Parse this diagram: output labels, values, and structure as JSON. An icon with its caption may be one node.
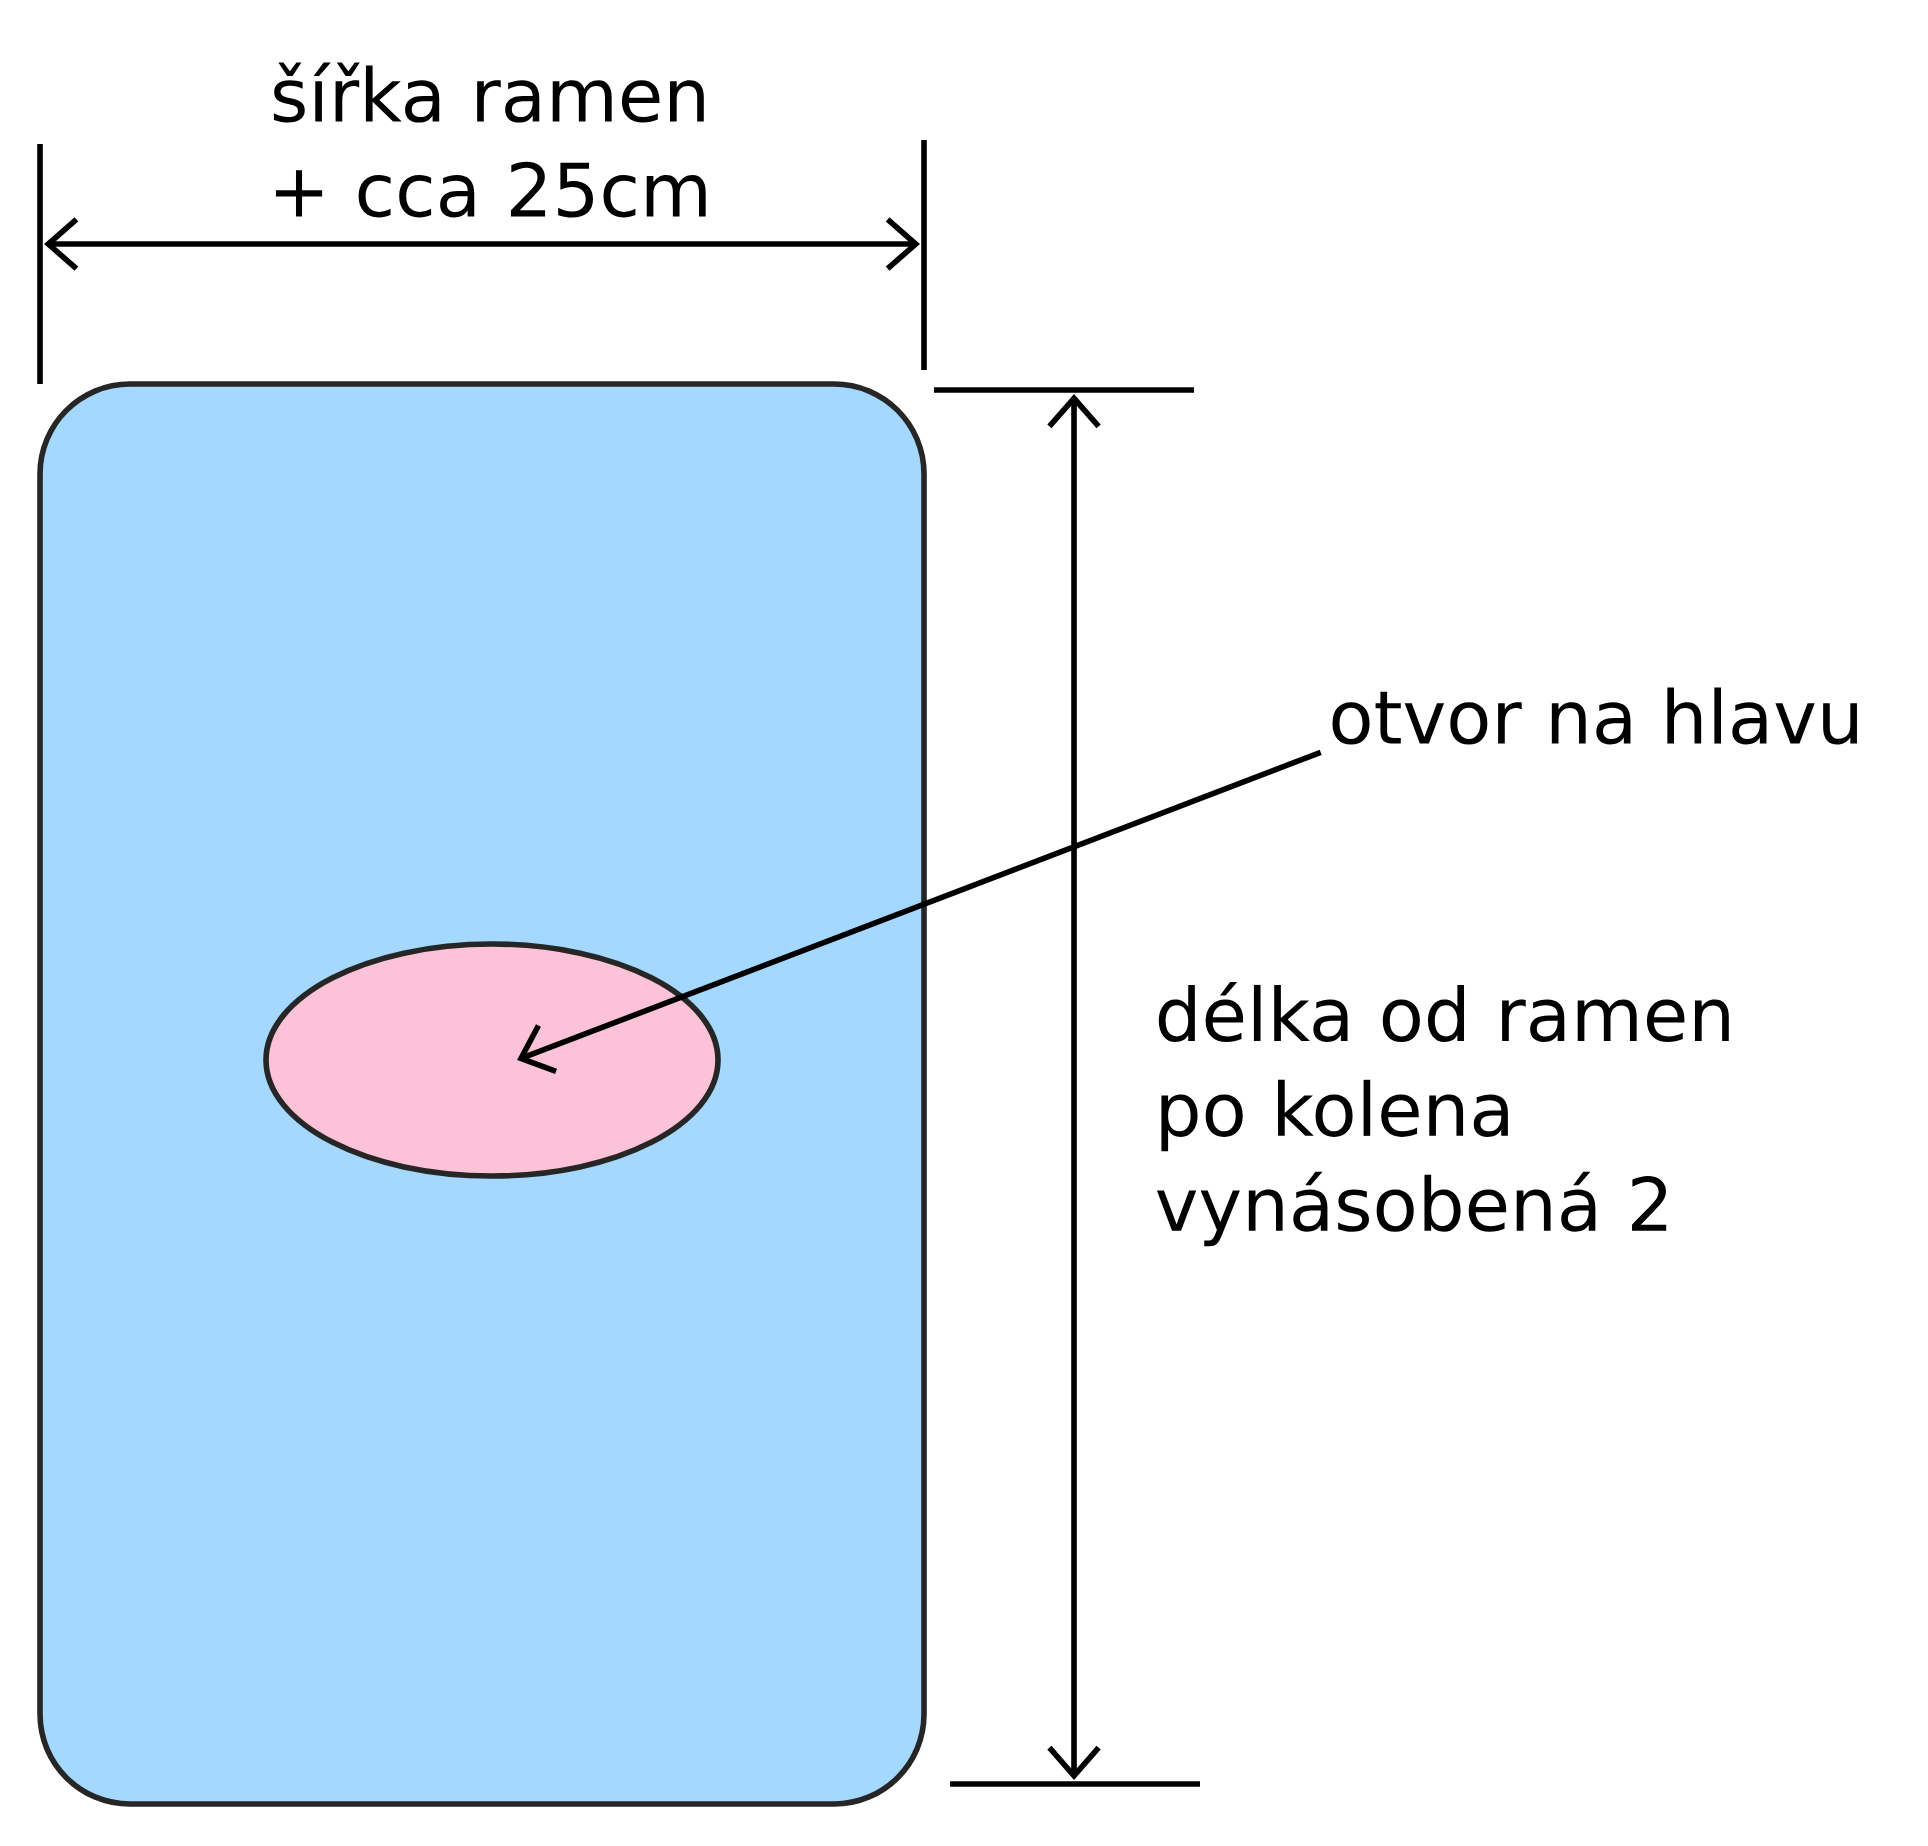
{
  "diagram": {
    "nodes": [
      {
        "text": [],
        "shape": "box"
      },
      {
        "text": [],
        "shape": "ellipse",
        "in": 0
      },
      {
        "text": [
          "otvor na hlavu"
        ]
      }
    ],
    "edges": [
      {
        "from": 2,
        "to": 1,
        "arrow": "to"
      }
    ],
    "labels": [
      "šířka ramen + cca 25cm",
      "délka od ramen po kolena vynásobená 2"
    ]
  }
}
